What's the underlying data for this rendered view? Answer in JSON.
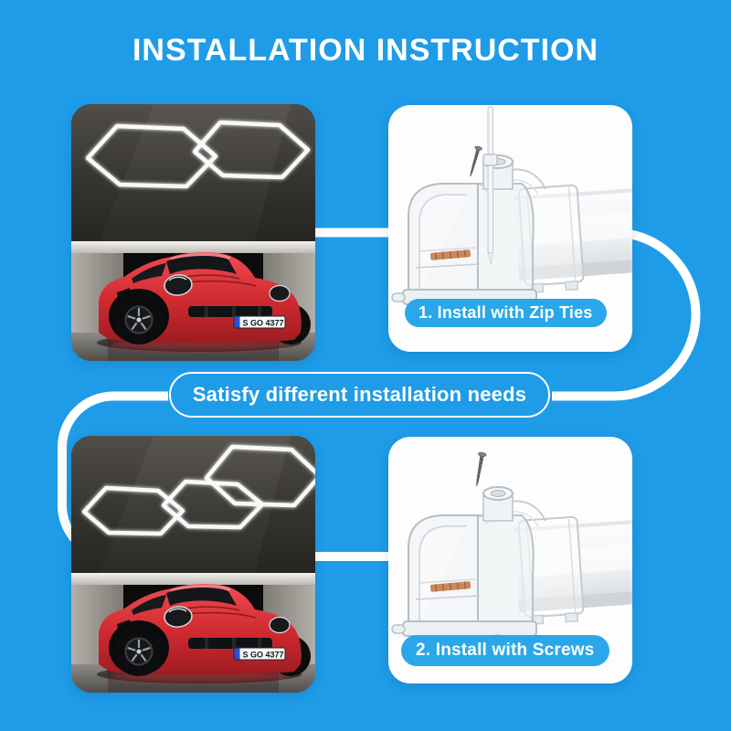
{
  "page": {
    "title": "INSTALLATION INSTRUCTION",
    "background_color": "#1E9CE8"
  },
  "banner": {
    "text": "Satisfy different installation needs"
  },
  "steps": [
    {
      "label": "1. Install with Zip Ties"
    },
    {
      "label": "2. Install with Screws"
    }
  ],
  "garage": {
    "license_plate": "S GO 4377"
  },
  "colors": {
    "pill_blue": "#2AA7EA",
    "panel_white": "#FFFFFF",
    "connector_white": "#FFFFFF",
    "car_red": "#C9272E"
  },
  "icons": {
    "car_photo_top": "red-sports-car-garage-two-hexagon-lights",
    "car_photo_bottom": "red-sports-car-garage-three-hexagon-lights",
    "product_photo_top": "clear-corner-connector-with-zip-tie",
    "product_photo_bottom": "clear-corner-connector-with-screw"
  }
}
